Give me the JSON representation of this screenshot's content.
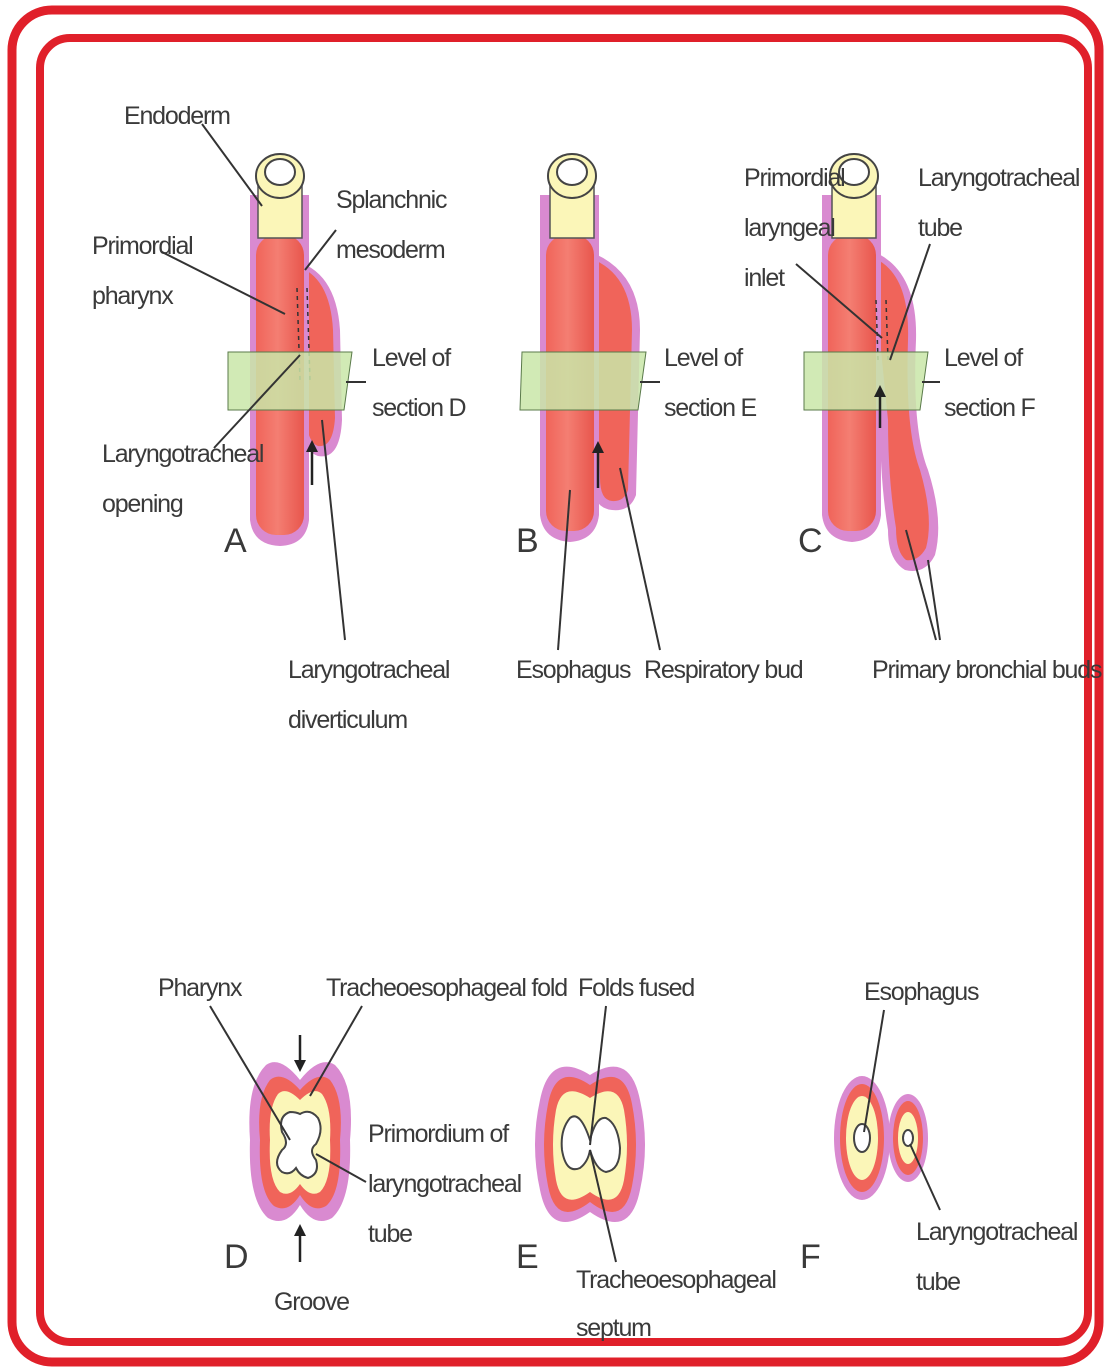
{
  "colors": {
    "frame": "#e0202a",
    "endoderm": "#fbf6b8",
    "mesoderm": "#f0645a",
    "outer": "#d98ad0",
    "plane": "#c9e6a8",
    "text": "#3a3a3a"
  },
  "panels": {
    "A": {
      "letter": "A",
      "endoderm": "Endoderm",
      "primordial_pharynx": [
        "Primordial",
        "pharynx"
      ],
      "splanchnic": [
        "Splanchnic",
        "mesoderm"
      ],
      "level": [
        "Level of",
        "section D"
      ],
      "opening": [
        "Laryngotracheal",
        "opening"
      ],
      "diverticulum": [
        "Laryngotracheal",
        "diverticulum"
      ]
    },
    "B": {
      "letter": "B",
      "level": [
        "Level of",
        "section E"
      ],
      "esophagus": "Esophagus",
      "respiratory_bud": "Respiratory bud"
    },
    "C": {
      "letter": "C",
      "inlet": [
        "Primordial",
        "laryngeal",
        "inlet"
      ],
      "tube": [
        "Laryngotracheal",
        "tube"
      ],
      "level": [
        "Level of",
        "section F"
      ],
      "bronchial_buds": "Primary bronchial buds"
    },
    "D": {
      "letter": "D",
      "pharynx": "Pharynx",
      "fold": "Tracheoesophageal fold",
      "primordium": [
        "Primordium of",
        "laryngotracheal",
        "tube"
      ],
      "groove": "Groove"
    },
    "E": {
      "letter": "E",
      "folds_fused": "Folds fused",
      "septum": [
        "Tracheoesophageal",
        "septum"
      ]
    },
    "F": {
      "letter": "F",
      "esophagus": "Esophagus",
      "tube": [
        "Laryngotracheal",
        "tube"
      ]
    }
  }
}
